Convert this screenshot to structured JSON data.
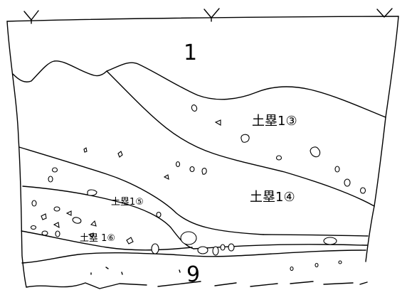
{
  "labels": {
    "layer_1": "1",
    "layer_3": "土塁1③",
    "layer_4": "土塁1④",
    "layer_5": "土塁1⑤",
    "layer_6": "土塁 1⑥",
    "layer_9": "9"
  },
  "colors": {
    "line": "#000000",
    "background": "#ffffff"
  }
}
